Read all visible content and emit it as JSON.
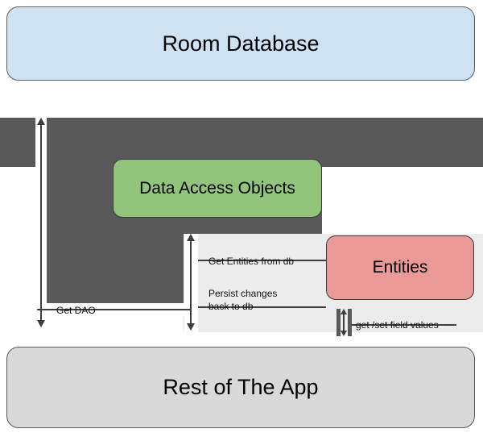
{
  "nodes": {
    "room_database": {
      "label": "Room Database",
      "fill": "#cfe2f3"
    },
    "data_access_objects": {
      "label": "Data Access Objects",
      "fill": "#93c47d"
    },
    "entities": {
      "label": "Entities",
      "fill": "#ea9999"
    },
    "rest_of_app": {
      "label": "Rest of The App",
      "fill": "#d9d9d9"
    }
  },
  "edges": {
    "get_dao": {
      "label": "Get DAO"
    },
    "get_entities_from_db": {
      "label": "Get Entities from db"
    },
    "persist_changes": {
      "label": "Persist changes back to db"
    },
    "get_set_field_values": {
      "label": "get /set field values"
    }
  },
  "colors": {
    "arrow_dark": "#595959",
    "panel_light": "#ececec"
  }
}
